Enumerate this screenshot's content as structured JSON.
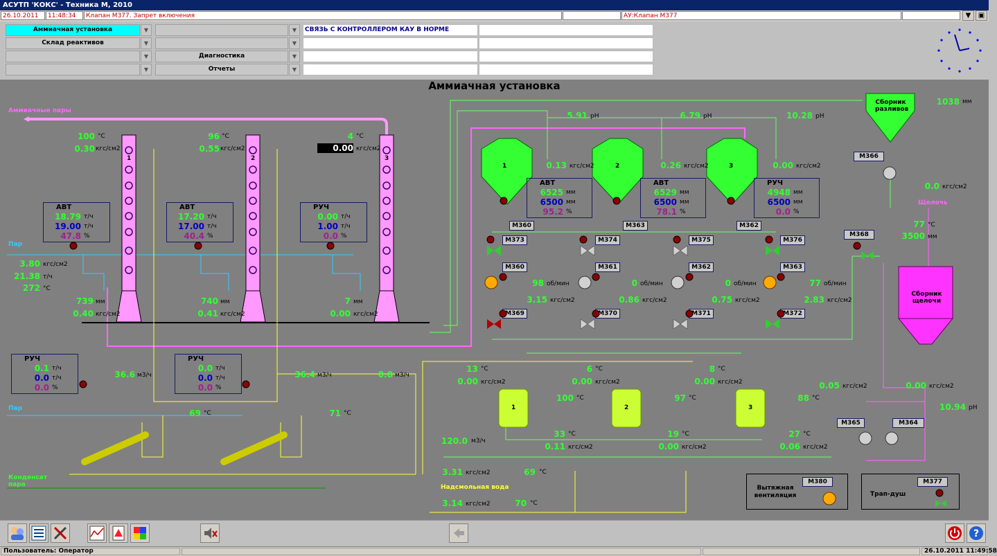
{
  "window": {
    "title": "АСУТП 'КОКС' - Техника М, 2010"
  },
  "alarm": {
    "date": "26.10.2011",
    "time": "11:48:34",
    "message": "Клапан M377. Запрет включения",
    "source": "АУ:Клапан M377"
  },
  "nav": {
    "buttons": [
      "Аммиачная установка",
      "Склад реактивов",
      "Диагностика",
      "Отчеты"
    ],
    "messages": [
      "СВЯЗЬ С КОНТРОЛЛЕРОМ КАУ В НОРМЕ"
    ]
  },
  "screen": {
    "title": "Аммиачная установка"
  },
  "labels": {
    "ammonia_vapor": "Аммиачные пары",
    "steam": "Пар",
    "steam2": "Пар",
    "condensate": "Конденсат пара",
    "resin_water": "Надсмольная вода",
    "alkali": "Щелочь",
    "collector_spill": "Сборник разливов",
    "collector_alkali": "Сборник щелочи",
    "exhaust_vent": "Вытяжная вентиляция",
    "trap_shower": "Трап-душ"
  },
  "columns": [
    {
      "id": "1",
      "temp": "100",
      "press": "0.30",
      "level": "739",
      "level_p": "0.40"
    },
    {
      "id": "2",
      "temp": "96",
      "press": "0.55",
      "level": "740",
      "level_p": "0.41"
    },
    {
      "id": "3",
      "temp": "4",
      "press": "0.00",
      "level": "7",
      "level_p": "0.00"
    }
  ],
  "reg_panels": [
    {
      "mode": "АВТ",
      "pv": "18.79",
      "sp": "19.00",
      "out": "47.8"
    },
    {
      "mode": "АВТ",
      "pv": "17.20",
      "sp": "17.00",
      "out": "40.4"
    },
    {
      "mode": "РУЧ",
      "pv": "0.00",
      "sp": "1.00",
      "out": "0.0"
    },
    {
      "mode": "РУЧ",
      "pv": "0.1",
      "sp": "0.0",
      "out": "0.0"
    },
    {
      "mode": "РУЧ",
      "pv": "0.0",
      "sp": "0.0",
      "out": "0.0"
    }
  ],
  "steam_line": {
    "press": "3.80",
    "flow": "21.38",
    "temp": "272"
  },
  "flows": {
    "f1": "36.6",
    "f2": "36.4",
    "f3": "0.0",
    "hx_t1": "69",
    "hx_t2": "71"
  },
  "saturators": [
    {
      "id": "1",
      "ph": "5.91",
      "press": "0.13",
      "mode": "АВТ",
      "level": "6525",
      "level_sp": "6500",
      "out": "95.2",
      "valve": "M360"
    },
    {
      "id": "2",
      "ph": "6.79",
      "press": "0.26",
      "mode": "АВТ",
      "level": "6529",
      "level_sp": "6500",
      "out": "78.1",
      "valve": "M363"
    },
    {
      "id": "3",
      "ph": "10.28",
      "press": "0.00",
      "mode": "РУЧ",
      "level": "4948",
      "level_sp": "6500",
      "out": "0.0",
      "valve": "M362"
    }
  ],
  "valves_row1": [
    "M373",
    "M374",
    "M375",
    "M376"
  ],
  "pumps_row": [
    {
      "tag": "M360",
      "rpm": "98",
      "press": "3.15"
    },
    {
      "tag": "M361",
      "rpm": "0",
      "press": "0.86"
    },
    {
      "tag": "M362",
      "rpm": "0",
      "press": "0.75"
    },
    {
      "tag": "M363",
      "rpm": "77",
      "press": "2.83"
    }
  ],
  "valves_row2": [
    "M369",
    "M370",
    "M371",
    "M372"
  ],
  "heat_exchangers": [
    {
      "id": "1",
      "t_in": "13",
      "p_in": "0.00",
      "t_mid": "100",
      "t_out": "33",
      "p_out": "0.11"
    },
    {
      "id": "2",
      "t_in": "6",
      "p_in": "0.00",
      "t_mid": "97",
      "t_out": "19",
      "p_out": "0.00"
    },
    {
      "id": "3",
      "t_in": "8",
      "p_in": "0.00",
      "t_mid": "88",
      "t_out": "27",
      "p_out": "0.06"
    }
  ],
  "water": {
    "flow": "120.0",
    "p1": "3.31",
    "t1": "69",
    "p2": "3.14",
    "t2": "70"
  },
  "right": {
    "spill_level": "1038",
    "m366": "M366",
    "spill_press": "0.0",
    "m368": "M368",
    "alk_temp": "77",
    "alk_level": "3500",
    "p365": "0.05",
    "p364": "0.00",
    "ph": "10.94",
    "m365": "M365",
    "m364": "M364"
  },
  "rooms": {
    "m380": "M380",
    "m377": "M377"
  },
  "units": {
    "c": "°C",
    "kgf": "кгс/см2",
    "th": "т/ч",
    "pct": "%",
    "mm": "мм",
    "m3h": "м3/ч",
    "ph": "pH",
    "rpm": "об/мин"
  },
  "status": {
    "user": "Пользователь:  Оператор",
    "datetime": "26.10.2011   11:49:58"
  },
  "colors": {
    "background": "#808080",
    "value": "#33ff33",
    "setpoint": "#0000c0",
    "output": "#a0208f",
    "column": "#ff99ff",
    "vessel": "#33ff33",
    "hx": "#ccff33"
  }
}
